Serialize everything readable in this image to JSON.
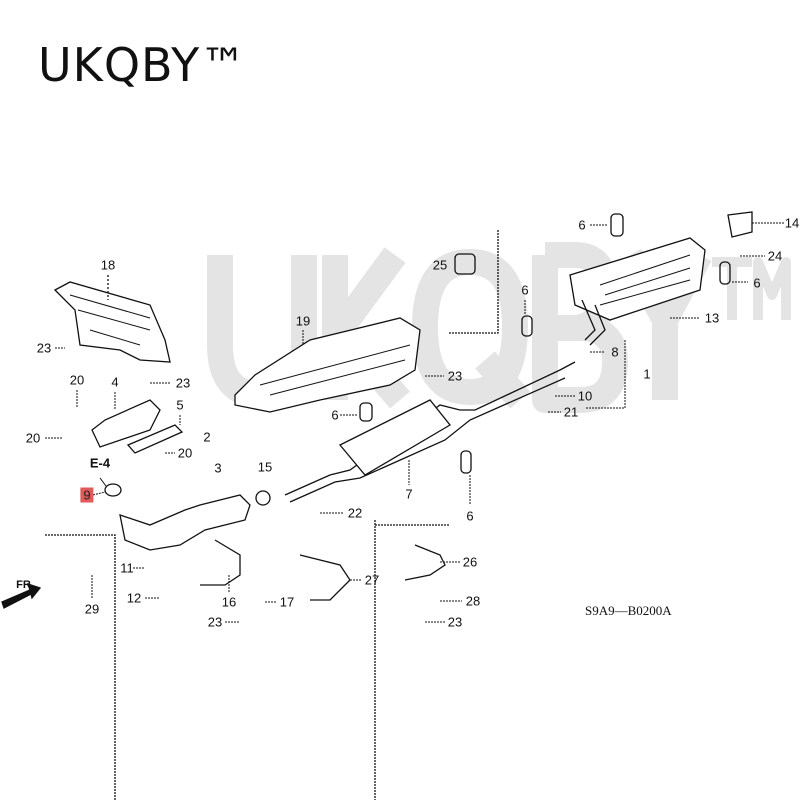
{
  "brand": "UKQBY™",
  "watermark": "UKQBY™",
  "diagram_code": "S9A9—B0200A",
  "front_marker": "FR.",
  "ref_marker": "E-4",
  "highlight_color": "#e05a5a",
  "labels": [
    "18",
    "23",
    "23",
    "20",
    "4",
    "20",
    "5",
    "20",
    "2",
    "3",
    "15",
    "9",
    "22",
    "11",
    "12",
    "16",
    "17",
    "23",
    "27",
    "29",
    "19",
    "25",
    "6",
    "7",
    "6",
    "6",
    "23",
    "6",
    "14",
    "24",
    "6",
    "13",
    "8",
    "1",
    "10",
    "21",
    "26",
    "28",
    "23"
  ]
}
